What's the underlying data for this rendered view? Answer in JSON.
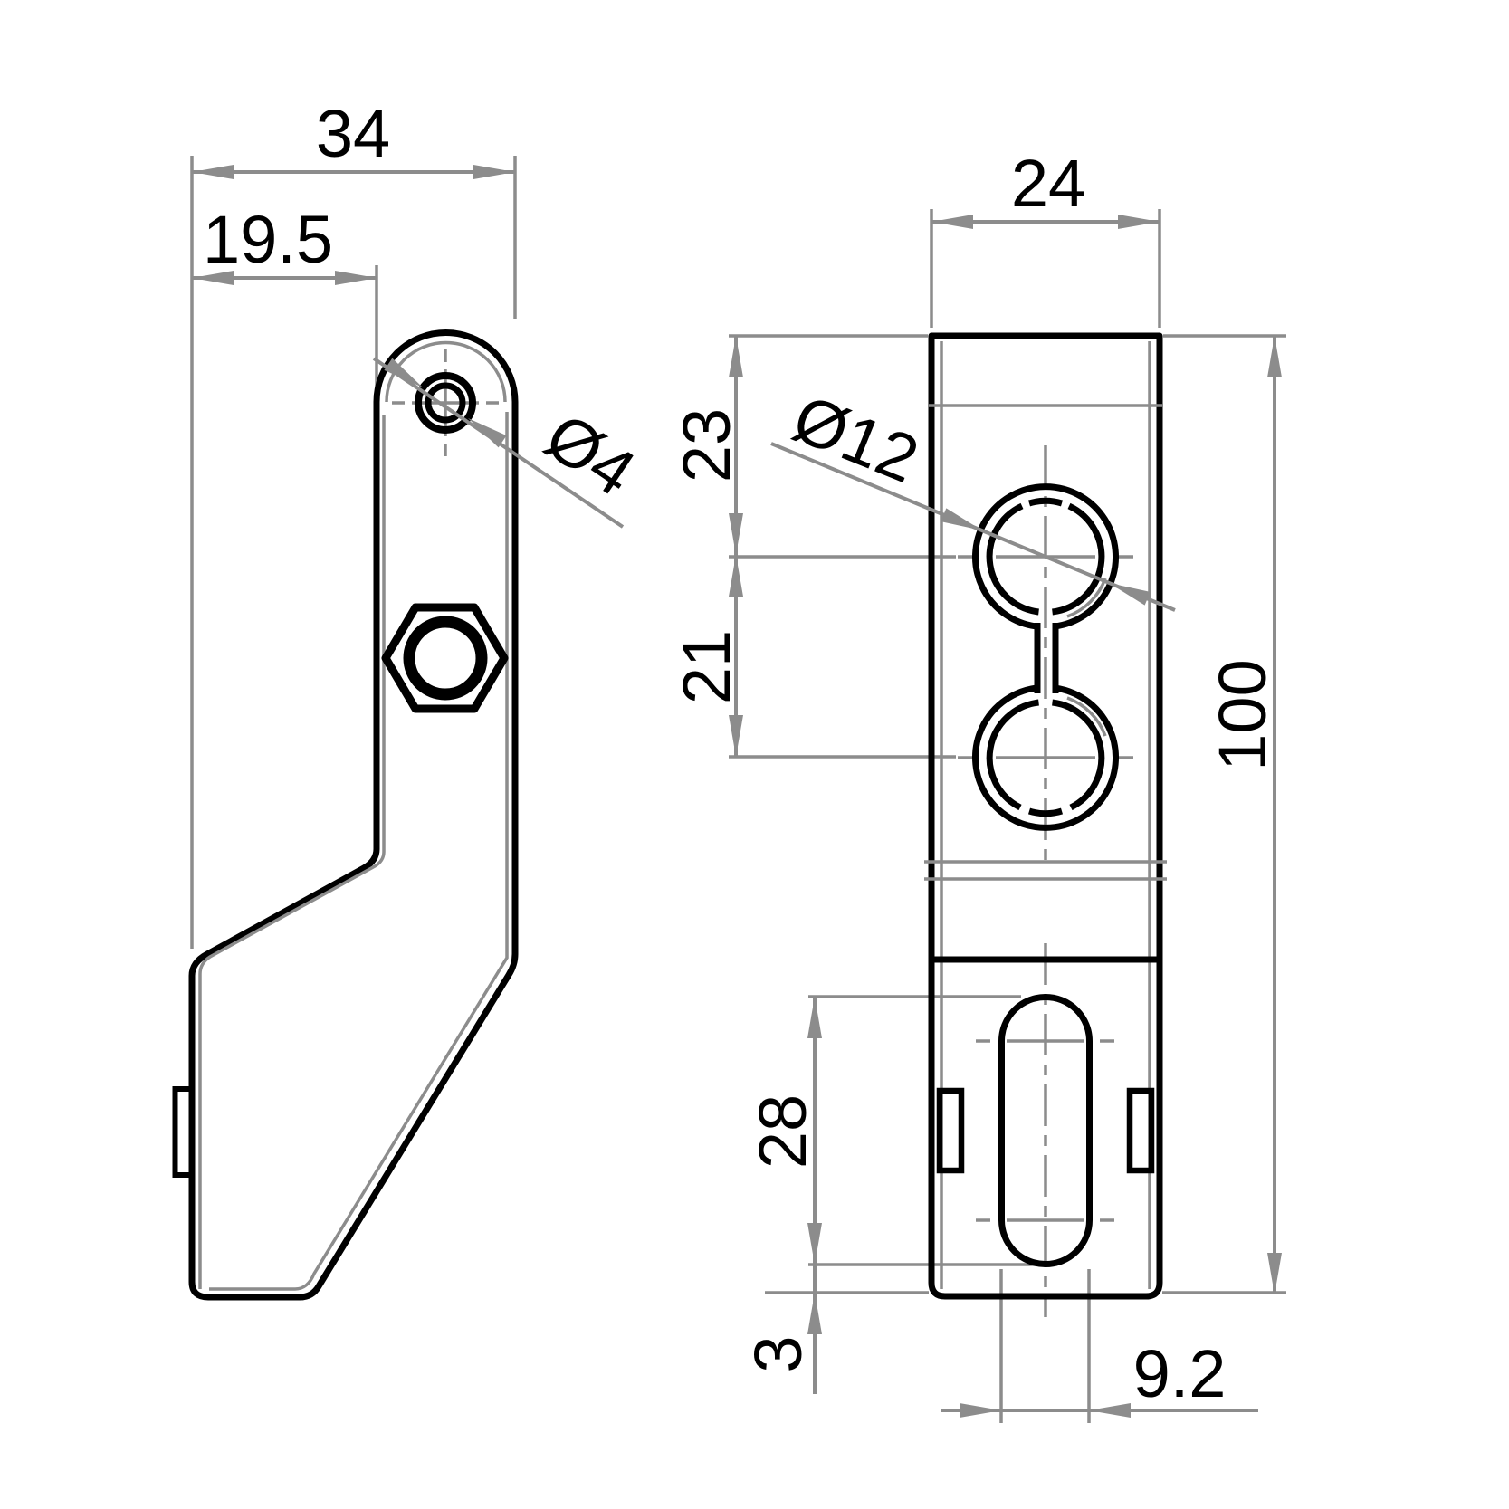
{
  "colors": {
    "outline": "#000000",
    "dimension_lines": "#8c8c8c",
    "text": "#000000",
    "background": "#ffffff"
  },
  "side_view": {
    "dims": {
      "overall_depth": "34",
      "hook_face_offset": "19.5",
      "hole_diameter": "Ø4"
    }
  },
  "front_view": {
    "dims": {
      "width": "24",
      "clip_hole_diameter": "Ø12",
      "top_to_upper_clip": "23",
      "clip_spacing": "21",
      "overall_height": "100",
      "slot_length": "28",
      "slot_bottom_offset": "3",
      "slot_width": "9.2"
    }
  }
}
